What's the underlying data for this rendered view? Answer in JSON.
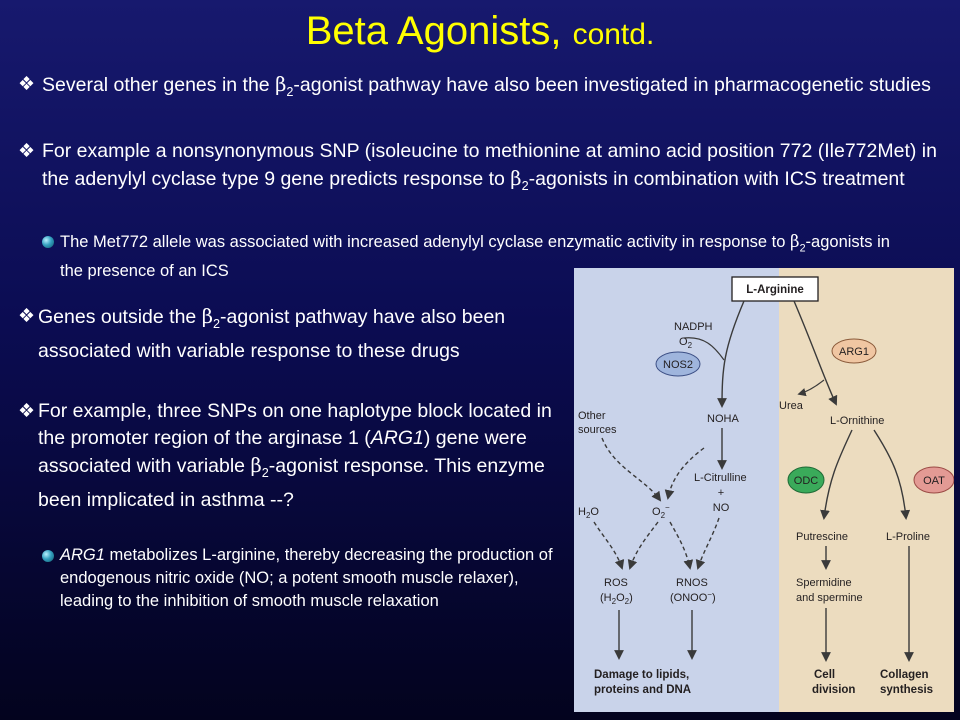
{
  "slide": {
    "title_main": "Beta Agonists,",
    "title_sub": "contd."
  },
  "bullets": [
    {
      "pre": "Several other genes in the ",
      "beta": "β",
      "sub": "2",
      "post": "-agonist pathway have also been investigated in pharmacogenetic studies"
    },
    {
      "pre": "For example a nonsynonymous SNP (isoleucine to methionine at amino acid position 772 (Ile772Met) in the adenylyl cyclase type 9 gene predicts response to ",
      "beta": "β",
      "sub": "2",
      "post": "-agonists in combination with ICS treatment"
    },
    {
      "pre": "Genes outside the ",
      "beta": "β",
      "sub": "2",
      "post": "-agonist pathway have also been associated with variable response to these drugs"
    },
    {
      "pre": "For example, three SNPs on one haplotype block located in the promoter region of the arginase 1 (",
      "italic": "ARG1",
      "mid": ") gene were associated with variable ",
      "beta": "β",
      "sub": "2",
      "post": "-agonist response. This enzyme been implicated in asthma --?"
    }
  ],
  "subbullets": [
    {
      "pre": "The Met772 allele was associated with increased adenylyl cyclase enzymatic activity in response to ",
      "beta": "β",
      "sub": "2",
      "post": "-agonists in the presence of an ICS"
    },
    {
      "italic": "ARG1",
      "post": " metabolizes L-arginine, thereby decreasing the production of endogenous nitric oxide (NO; a potent smooth muscle relaxer), leading to the inhibition of smooth muscle relaxation"
    }
  ],
  "figure": {
    "l_arginine": "L-Arginine",
    "nadph": "NADPH",
    "o2_label": "O",
    "o2_sub": "2",
    "nos2": "NOS2",
    "arg1": "ARG1",
    "urea": "Urea",
    "l_ornithine": "L-Ornithine",
    "other_sources_1": "Other",
    "other_sources_2": "sources",
    "noha": "NOHA",
    "odc": "ODC",
    "oat": "OAT",
    "l_citrulline": "L-Citrulline",
    "plus": "+",
    "no": "NO",
    "h2o": "H",
    "h2o_sub": "2",
    "h2o_end": "O",
    "o2minus": "O",
    "o2minus_sub": "2",
    "o2minus_sup": "−",
    "putrescine": "Putrescine",
    "l_proline": "L-Proline",
    "ros": "ROS",
    "ros_2": "(H",
    "ros_2_sub1": "2",
    "ros_2_mid": "O",
    "ros_2_sub2": "2",
    "ros_2_end": ")",
    "rnos": "RNOS",
    "rnos_2": "(ONOO",
    "rnos_2_sup": "−",
    "rnos_2_end": ")",
    "spermidine_1": "Spermidine",
    "spermidine_2": "and spermine",
    "damage_1": "Damage to lipids,",
    "damage_2": "proteins and DNA",
    "cell_1": "Cell",
    "cell_2": "division",
    "collagen_1": "Collagen",
    "collagen_2": "synthesis",
    "colors": {
      "left_panel": "#c9d3ea",
      "right_panel": "#ecdcbf",
      "nos2_fill": "#9fb5dd",
      "arg1_fill": "#f0c6a2",
      "odc_fill": "#3aaa5a",
      "oat_fill": "#e39a94"
    }
  }
}
